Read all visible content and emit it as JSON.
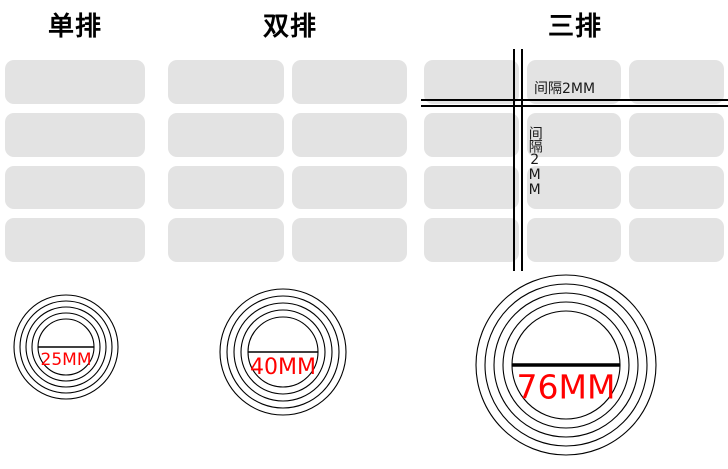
{
  "panels": [
    {
      "id": "single",
      "title": "单排",
      "layout": {
        "rows": 4,
        "cols": 1,
        "cell_count": 4
      },
      "coil": {
        "size_label": "25MM",
        "ring_count": 5,
        "label_color": "#ff0000",
        "has_diameter_line": true
      }
    },
    {
      "id": "double",
      "title": "双排",
      "layout": {
        "rows": 4,
        "cols": 2,
        "cell_count": 8
      },
      "coil": {
        "size_label": "40MM",
        "ring_count": 5,
        "label_color": "#ff0000",
        "has_diameter_line": true
      }
    },
    {
      "id": "triple",
      "title": "三排",
      "layout": {
        "rows": 4,
        "cols": 3,
        "cell_count": 12
      },
      "coil": {
        "size_label": "76MM",
        "ring_count": 5,
        "label_color": "#ff0000",
        "has_diameter_line": true
      },
      "annotations": {
        "horizontal_gap_label": "间隔2MM",
        "vertical_gap_label": "间隔2MM"
      }
    }
  ],
  "colors": {
    "cell_fill": "#e3e3e3",
    "line": "#000000",
    "label_red": "#ff0000",
    "background": "#ffffff"
  }
}
